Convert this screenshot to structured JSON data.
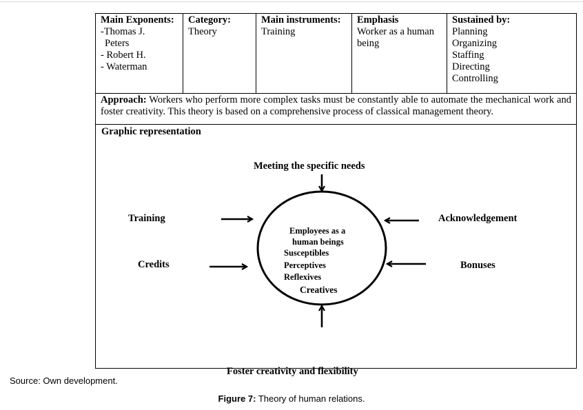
{
  "table": {
    "exponents": {
      "header": "Main Exponents:",
      "items": [
        "-Thomas J.",
        "Peters",
        "- Robert H.",
        "- Waterman"
      ]
    },
    "category": {
      "header": "Category:",
      "value": "Theory"
    },
    "instruments": {
      "header": "Main instruments:",
      "value": "Training"
    },
    "emphasis": {
      "header": "Emphasis",
      "value": "Worker as a human being"
    },
    "sustained": {
      "header": "Sustained by:",
      "items": [
        "Planning",
        "Organizing",
        "Staffing",
        "Directing",
        "Controlling"
      ]
    },
    "approach": {
      "label": "Approach:",
      "text": "Workers who perform more complex tasks must be constantly able to automate the mechanical work and foster creativity. This theory is based on a comprehensive process of classical management theory."
    }
  },
  "graphic": {
    "title": "Graphic representation",
    "top_label": "Meeting the specific needs",
    "bottom_label": "Foster creativity and flexibility",
    "left_labels": [
      "Training",
      "Credits"
    ],
    "right_labels": [
      "Acknowledgement",
      "Bonuses"
    ],
    "center_title_1": "Employees as a",
    "center_title_2": "human beings",
    "center_items": [
      "Susceptibles",
      "Perceptives",
      "Reflexives"
    ],
    "center_last": "Creatives"
  },
  "source": "Source: Own development.",
  "caption": {
    "label": "Figure 7:",
    "text": " Theory of human relations."
  }
}
